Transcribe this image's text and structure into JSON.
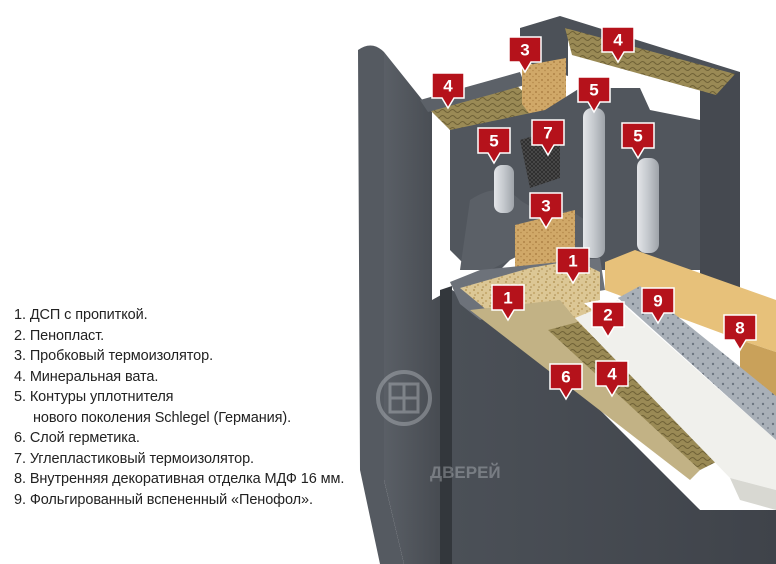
{
  "legend": {
    "items": [
      {
        "text": "1. ДСП с пропиткой."
      },
      {
        "text": "2. Пенопласт."
      },
      {
        "text": "3. Пробковый термоизолятор."
      },
      {
        "text": "4. Минеральная вата."
      },
      {
        "text": "5. Контуры уплотнителя",
        "cont": "нового поколения Schlegel (Германия)."
      },
      {
        "text": "6. Слой герметика."
      },
      {
        "text": "7. Углепластиковый термоизолятор."
      },
      {
        "text": "8. Внутренняя декоративная отделка МДФ 16 мм."
      },
      {
        "text": "9. Фольгированный вспененный «Пенофол»."
      }
    ]
  },
  "badges": {
    "b4_left": "4",
    "b3_top": "3",
    "b4_top": "4",
    "b5_mid": "5",
    "b7": "7",
    "b5_left": "5",
    "b5_right": "5",
    "b3_mid": "3",
    "b1_top": "1",
    "b1_left": "1",
    "b2": "2",
    "b9": "9",
    "b8": "8",
    "b6": "6",
    "b4_bottom": "4"
  },
  "watermark": {
    "text": "ДВЕРЕЙ"
  },
  "colors": {
    "steel": "#4a4f56",
    "steel_dark": "#3a3e44",
    "steel_light": "#6b7077",
    "badge": "#b5121b",
    "wool": "#8a7a4a",
    "chipboard": "#d9c48e",
    "foam": "#f2f2ee",
    "cork": "#c9a463",
    "mdf": "#e9c27a",
    "seal": "#cfd2d6"
  }
}
